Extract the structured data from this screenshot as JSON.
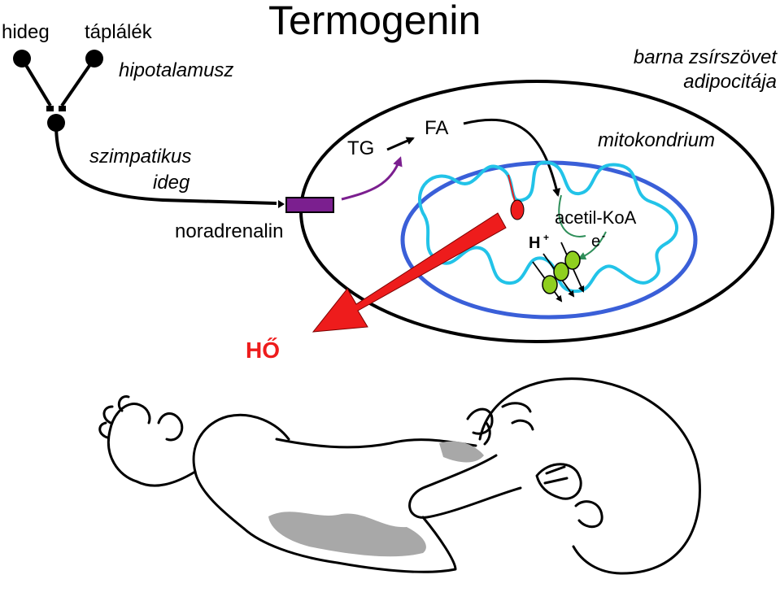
{
  "title": "Termogenin",
  "labels": {
    "cold": "hideg",
    "food": "táplálék",
    "hypothalamus": "hipotalamusz",
    "nerve_line1": "szimpatikus",
    "nerve_line2": "ideg",
    "noradrenaline": "noradrenalin",
    "tg": "TG",
    "fa": "FA",
    "cell_line1": "barna zsírszövet",
    "cell_line2": "adipocitája",
    "mitochondrion": "mitokondrium",
    "acetyl_coa": "acetil-KoA",
    "proton": "H",
    "proton_sup": "+",
    "electron": "e",
    "electron_sup": "-",
    "heat": "HŐ"
  },
  "colors": {
    "heat_arrow": "#ee1c1c",
    "mitochondrion_outer": "#3a5fd8",
    "mitochondrion_inner": "#22c3e8",
    "receptor": "#7b1f8f",
    "signal_arrow": "#7b1f8f",
    "complexes": "#8fcf1f",
    "electron_path": "#2f8f5a",
    "infant_shading": "#a8a8a8"
  },
  "icons": {
    "receptor": "receptor-icon",
    "uncoupling_protein": "ucp-channel-icon",
    "electron_transport": "electron-transport-complex-icon",
    "infant": "infant-illustration"
  }
}
